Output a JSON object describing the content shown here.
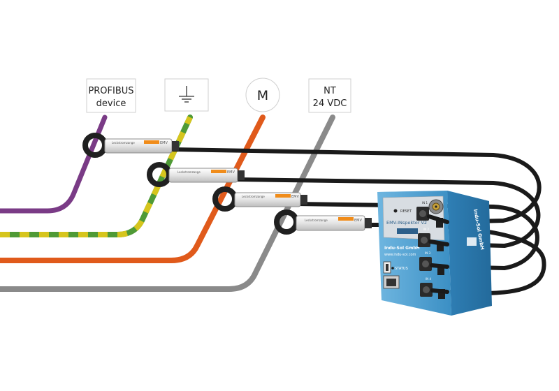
{
  "labels": {
    "profibus_line1": "PROFIBUS",
    "profibus_line2": "device",
    "motor": "M",
    "nt_line1": "NT",
    "nt_line2": "24 VDC"
  },
  "clamps": {
    "brand": "Leckstromzange",
    "model": "EMV"
  },
  "device": {
    "name": "EMV-INspektor V2",
    "company": "Indu-Sol GmbH",
    "website": "www.indu-sol.com",
    "side_label": "Indu-Sol GmbH",
    "reset": "RESET",
    "status": "STATUS",
    "ports": [
      "IN 1",
      "IN 2",
      "IN 3",
      "IN 4"
    ]
  },
  "colors": {
    "profibus_cable": "#7a3b86",
    "ground_cable_green": "#4f9a36",
    "ground_cable_yellow": "#d6c51d",
    "motor_cable": "#e05a1b",
    "power_cable": "#8a8a8a",
    "device_blue": "#3b93c9",
    "measure_cable": "#1a1a1a"
  },
  "icons": [
    "ground-icon"
  ]
}
